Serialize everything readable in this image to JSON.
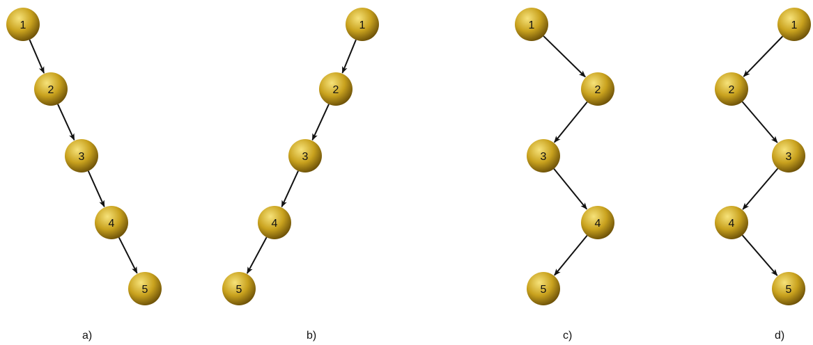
{
  "colors": {
    "node_light": "#f6e27a",
    "node_mid": "#c9a21e",
    "node_dark": "#6e5208",
    "edge": "#111111",
    "text": "#111111"
  },
  "panels": [
    {
      "id": "a",
      "label": "a)",
      "nodes": [
        "1",
        "2",
        "3",
        "4",
        "5"
      ],
      "edges": [
        [
          "1",
          "2"
        ],
        [
          "2",
          "3"
        ],
        [
          "3",
          "4"
        ],
        [
          "4",
          "5"
        ]
      ]
    },
    {
      "id": "b",
      "label": "b)",
      "nodes": [
        "1",
        "2",
        "3",
        "4",
        "5"
      ],
      "edges": [
        [
          "1",
          "2"
        ],
        [
          "2",
          "3"
        ],
        [
          "3",
          "4"
        ],
        [
          "4",
          "5"
        ]
      ]
    },
    {
      "id": "c",
      "label": "c)",
      "nodes": [
        "1",
        "2",
        "3",
        "4",
        "5"
      ],
      "edges": [
        [
          "1",
          "2"
        ],
        [
          "2",
          "3"
        ],
        [
          "3",
          "4"
        ],
        [
          "4",
          "5"
        ]
      ]
    },
    {
      "id": "d",
      "label": "d)",
      "nodes": [
        "1",
        "2",
        "3",
        "4",
        "5"
      ],
      "edges": [
        [
          "1",
          "2"
        ],
        [
          "2",
          "3"
        ],
        [
          "3",
          "4"
        ],
        [
          "4",
          "5"
        ]
      ]
    }
  ]
}
